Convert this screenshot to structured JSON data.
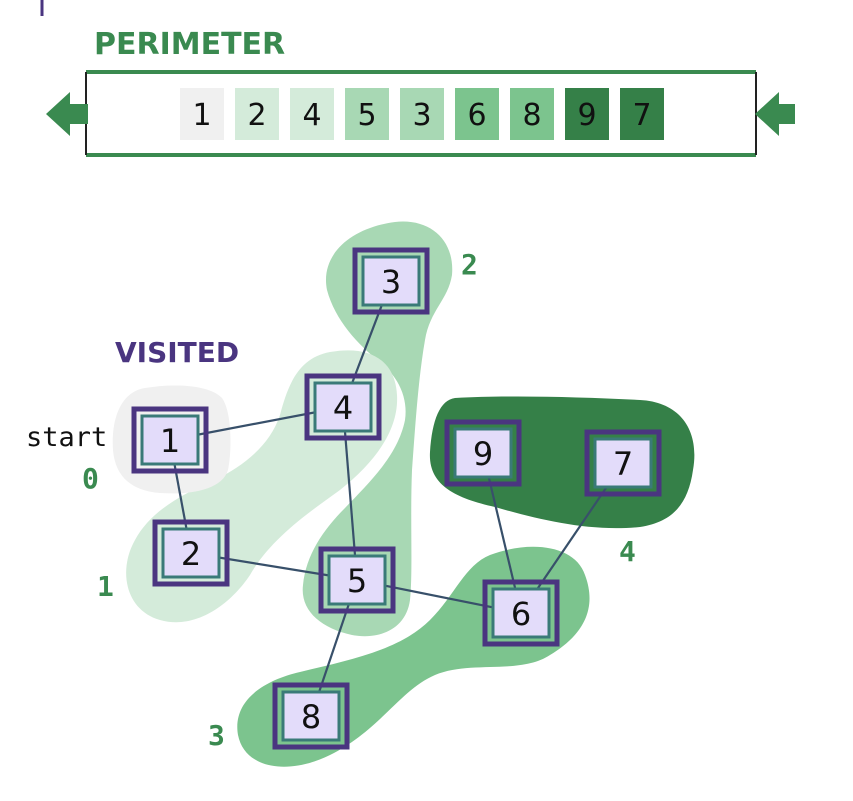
{
  "perimeter": {
    "title": "PERIMETER",
    "cells": [
      {
        "label": "1",
        "color": "#f0f0f0"
      },
      {
        "label": "2",
        "color": "#d4ebda"
      },
      {
        "label": "4",
        "color": "#d4ebda"
      },
      {
        "label": "5",
        "color": "#a8d8b4"
      },
      {
        "label": "3",
        "color": "#a8d8b4"
      },
      {
        "label": "6",
        "color": "#7cc48e"
      },
      {
        "label": "8",
        "color": "#7cc48e"
      },
      {
        "label": "9",
        "color": "#358048"
      },
      {
        "label": "7",
        "color": "#358048"
      }
    ]
  },
  "visited_label": "VISITED",
  "start_label": "start",
  "levels": {
    "l0": "0",
    "l1": "1",
    "l2": "2",
    "l3": "3",
    "l4": "4"
  },
  "nodes": {
    "n1": "1",
    "n2": "2",
    "n3": "3",
    "n4": "4",
    "n5": "5",
    "n6": "6",
    "n7": "7",
    "n8": "8",
    "n9": "9"
  },
  "colors": {
    "green_accent": "#3a8a50",
    "purple_accent": "#4a3580",
    "node_fill": "#e3dcfa",
    "node_inner_border": "#3a7a78",
    "level0": "#f0f0f0",
    "level1": "#d4ebda",
    "level2": "#a8d8b4",
    "level3": "#7cc48e",
    "level4": "#358048"
  }
}
